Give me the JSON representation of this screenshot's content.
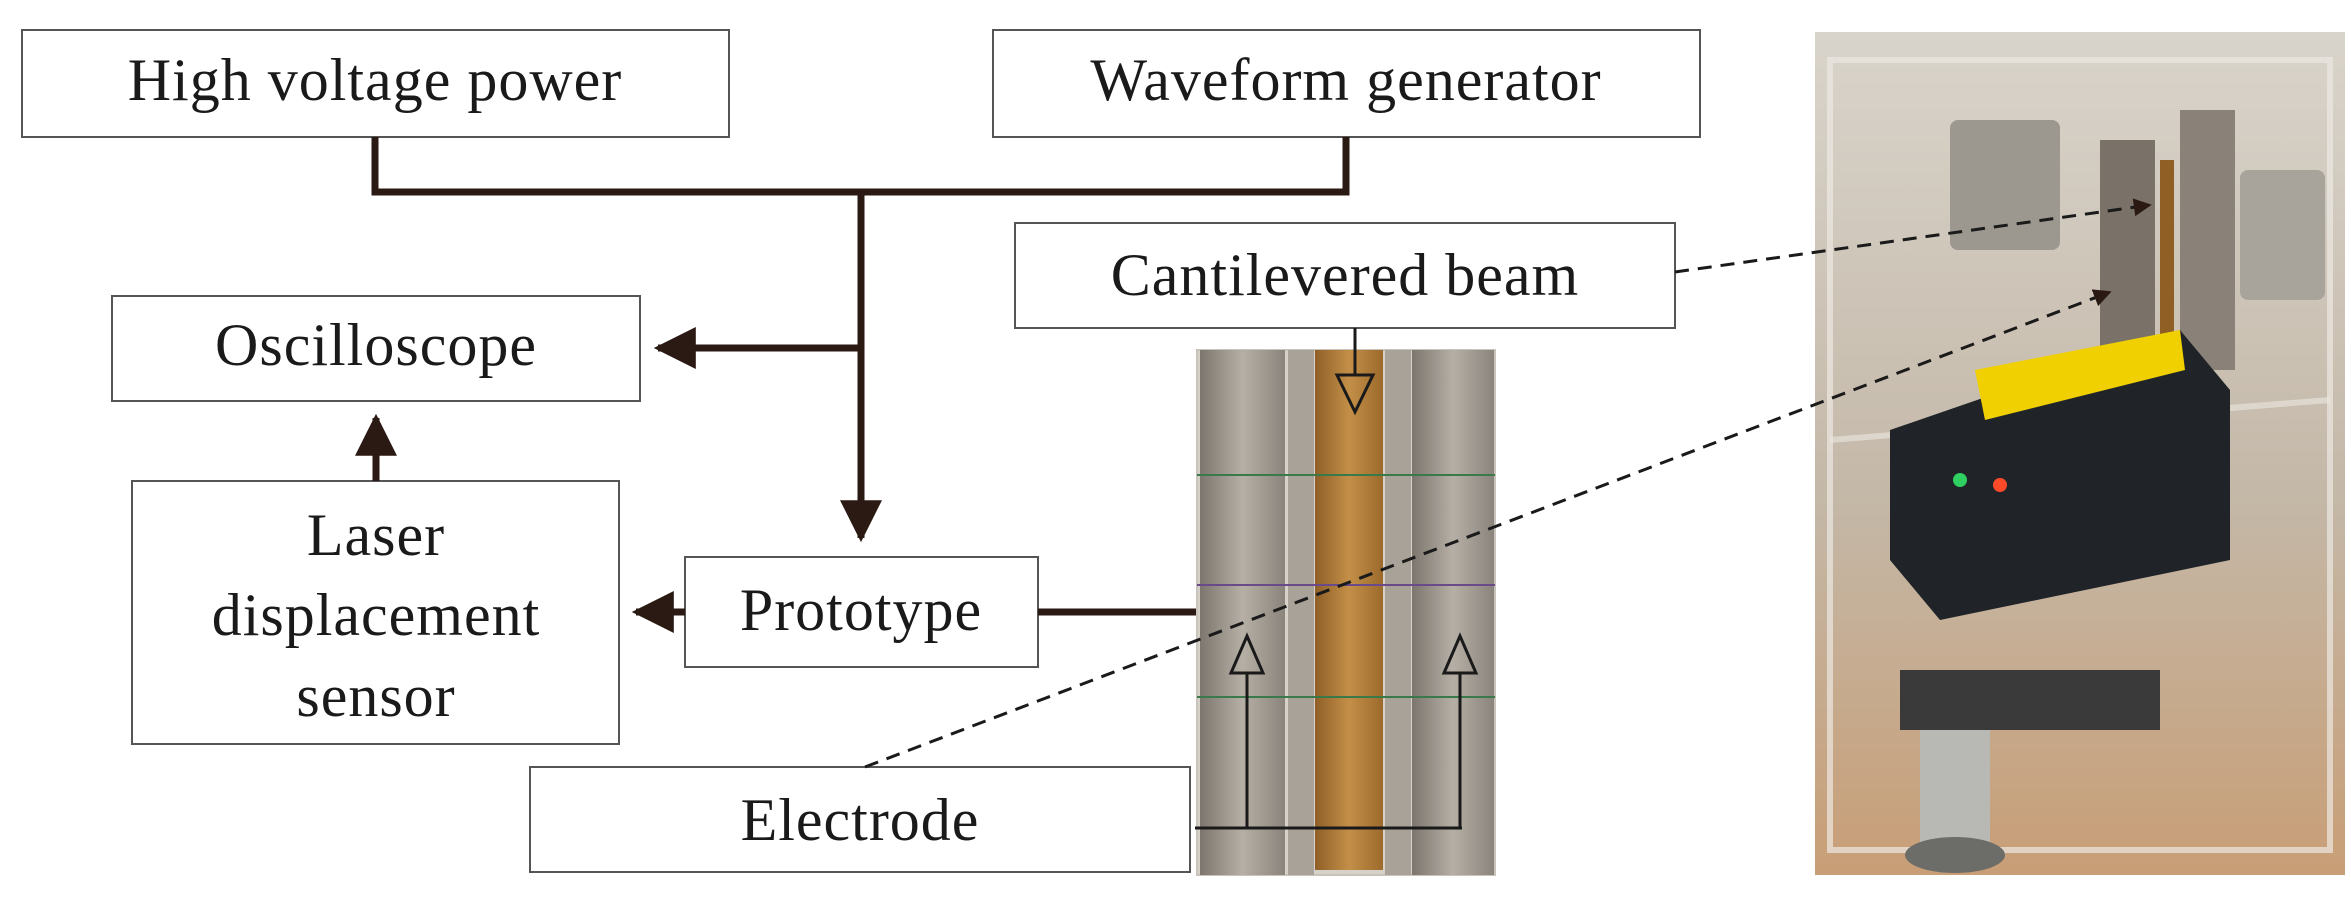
{
  "blocks": {
    "hv_power": "High voltage power",
    "waveform": "Waveform generator",
    "oscilloscope": "Oscilloscope",
    "laser_line1": "Laser",
    "laser_line2": "displacement",
    "laser_line3": "sensor",
    "prototype": "Prototype",
    "cantilever": "Cantilevered beam",
    "electrode": "Electrode"
  },
  "colors": {
    "line": "#2b1a14",
    "box_stroke": "#555555",
    "beam": "#b07a38",
    "electrode_plate": "#9a948c",
    "photo_frame": "#c8c4bc",
    "sensor_body": "#202428",
    "sensor_label": "#f0d000",
    "wood_base": "#c9a07a"
  },
  "icons": {
    "prototype_photo": "prototype-photo",
    "setup_photo": "experimental-setup-photo"
  }
}
